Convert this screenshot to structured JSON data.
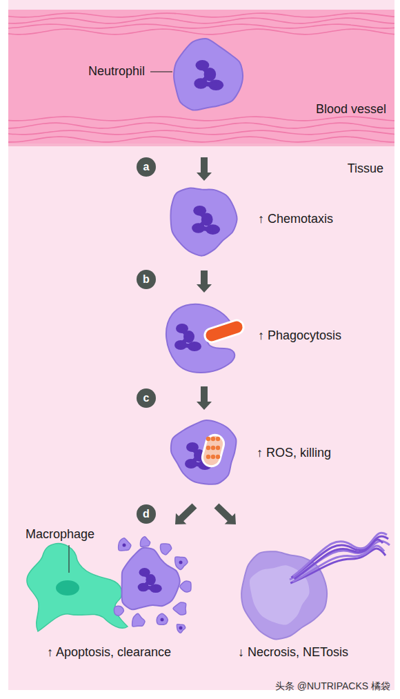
{
  "diagram": {
    "nodes": [
      {
        "text": [
          "Blood vessel"
        ]
      },
      {
        "text": [
          "Tissue"
        ]
      },
      {
        "text": [
          "a"
        ],
        "in": 1
      },
      {
        "text": [
          "b"
        ],
        "in": 1
      },
      {
        "text": [
          "c"
        ],
        "in": 1
      },
      {
        "text": [
          "d"
        ],
        "in": 1
      }
    ],
    "labels": [
      "Neutrophil",
      "↑ Chemotaxis",
      "↑ Phagocytosis",
      "↑ ROS, killing",
      "Macrophage",
      "↑ Apoptosis, clearance",
      "↓ Necrosis, NETosis",
      "头条 @NUTRIPACKS 橘袋"
    ]
  }
}
